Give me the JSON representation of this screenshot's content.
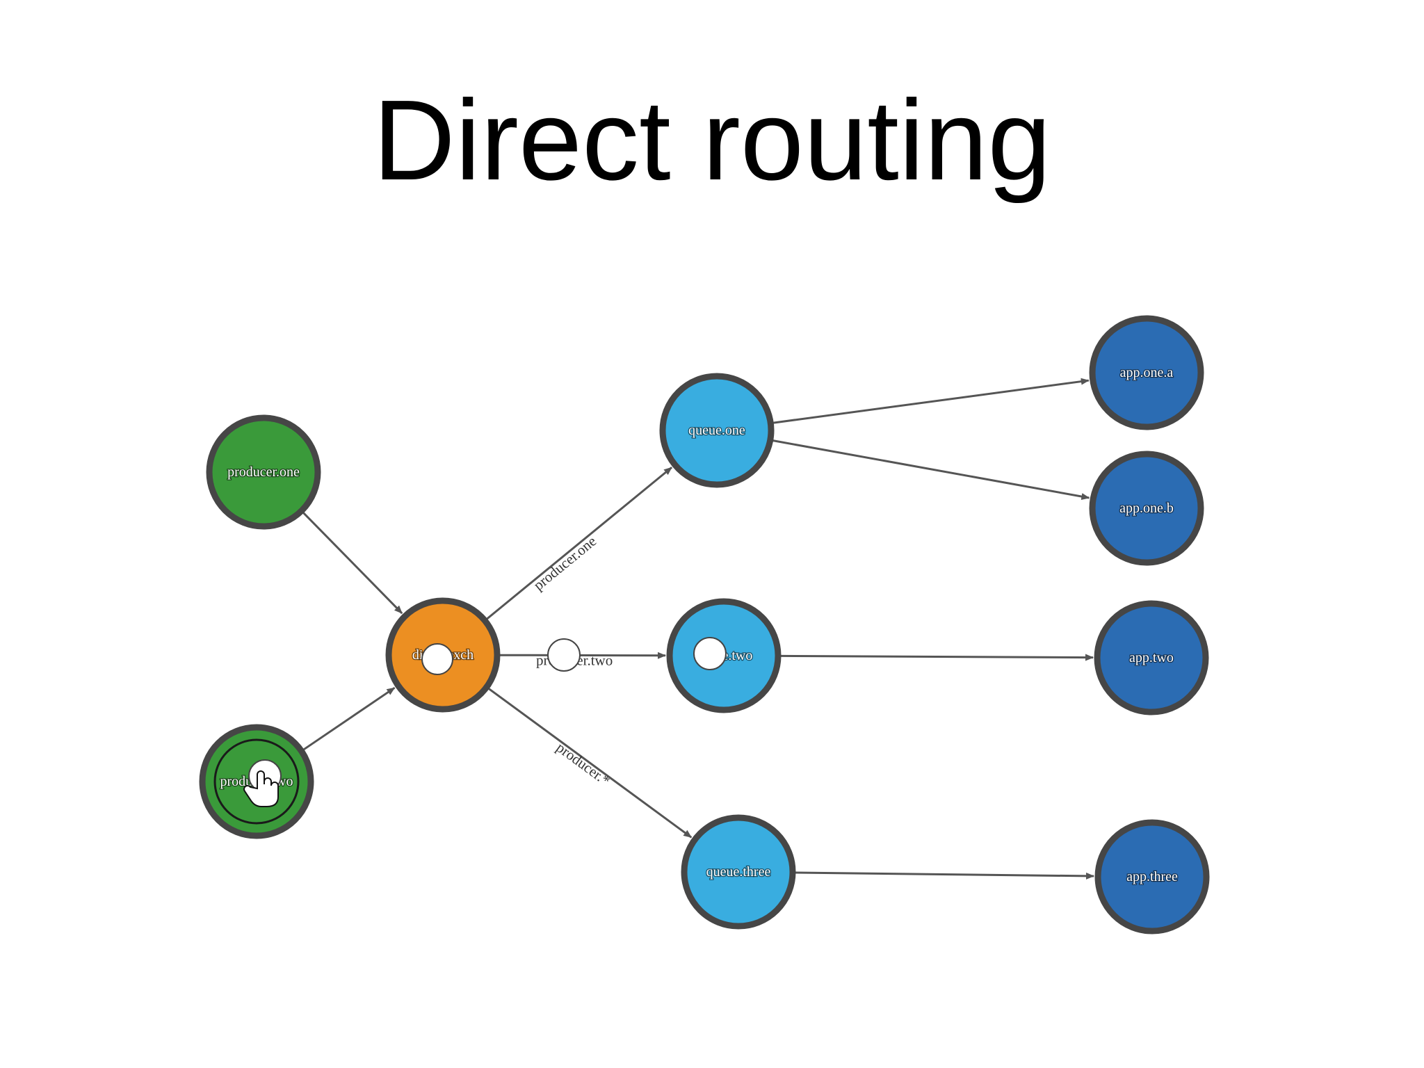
{
  "title": "Direct routing",
  "colors": {
    "producer": "#3a9a3a",
    "exchange": "#ec8f22",
    "queue": "#39ade0",
    "app": "#2b6cb3",
    "border": "#464646",
    "edge": "#555555"
  },
  "nodes": {
    "producer_one": {
      "label": "producer.one"
    },
    "producer_two": {
      "label": "producer.two"
    },
    "direct_exchange": {
      "label": "direct.exch"
    },
    "queue_one": {
      "label": "queue.one"
    },
    "queue_two": {
      "label": "queue.two"
    },
    "queue_three": {
      "label": "queue.three"
    },
    "app_one_a": {
      "label": "app.one.a"
    },
    "app_one_b": {
      "label": "app.one.b"
    },
    "app_two": {
      "label": "app.two"
    },
    "app_three": {
      "label": "app.three"
    }
  },
  "edges": [
    {
      "from": "producer_one",
      "to": "direct_exchange",
      "label": ""
    },
    {
      "from": "producer_two",
      "to": "direct_exchange",
      "label": ""
    },
    {
      "from": "direct_exchange",
      "to": "queue_one",
      "label": "producer.one"
    },
    {
      "from": "direct_exchange",
      "to": "queue_two",
      "label": "producer.two"
    },
    {
      "from": "direct_exchange",
      "to": "queue_three",
      "label": "producer.*"
    },
    {
      "from": "queue_one",
      "to": "app_one_a",
      "label": ""
    },
    {
      "from": "queue_one",
      "to": "app_one_b",
      "label": ""
    },
    {
      "from": "queue_two",
      "to": "app_two",
      "label": ""
    },
    {
      "from": "queue_three",
      "to": "app_three",
      "label": ""
    }
  ]
}
